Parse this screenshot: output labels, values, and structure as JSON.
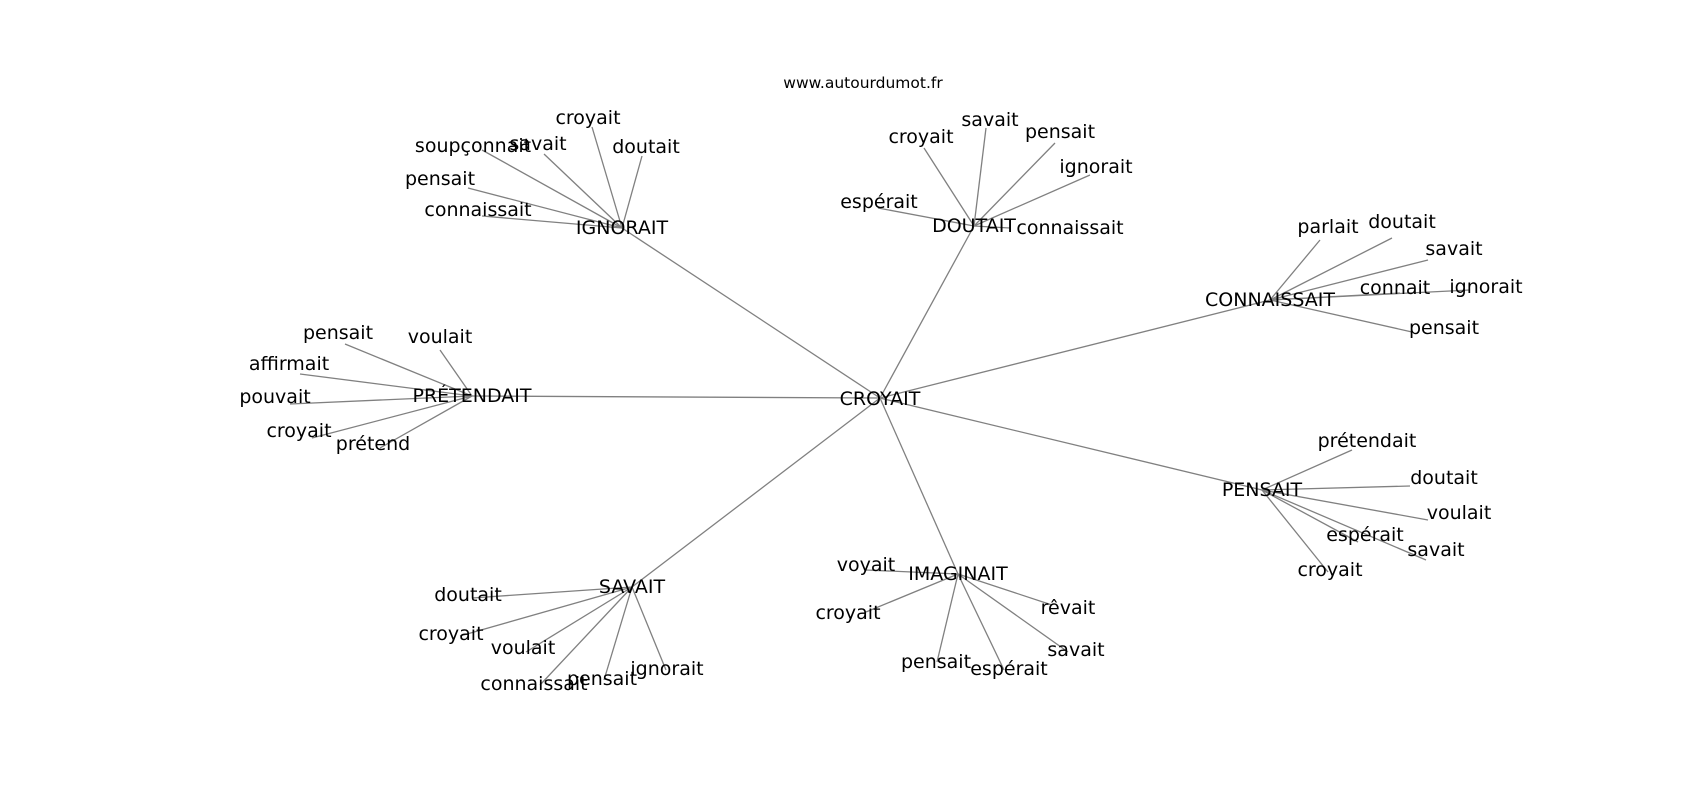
{
  "header": {
    "site": "www.autourdumot.fr"
  },
  "graph": {
    "center": "CROYAIT",
    "hubs": [
      {
        "id": "ignorait",
        "label": "IGNORAIT",
        "leaves": [
          "croyait",
          "savait",
          "doutait",
          "soupçonnait",
          "pensait",
          "connaissait"
        ]
      },
      {
        "id": "doutait",
        "label": "DOUTAIT",
        "leaves": [
          "croyait",
          "savait",
          "pensait",
          "ignorait",
          "espérait",
          "connaissait"
        ]
      },
      {
        "id": "connaissait",
        "label": "CONNAISSAIT",
        "leaves": [
          "parlait",
          "doutait",
          "savait",
          "connait",
          "ignorait",
          "pensait"
        ]
      },
      {
        "id": "pretendait",
        "label": "PRÉTENDAIT",
        "leaves": [
          "pensait",
          "voulait",
          "affirmait",
          "pouvait",
          "croyait",
          "prétend"
        ]
      },
      {
        "id": "pensait",
        "label": "PENSAIT",
        "leaves": [
          "prétendait",
          "doutait",
          "voulait",
          "espérait",
          "savait",
          "croyait"
        ]
      },
      {
        "id": "savait",
        "label": "SAVAIT",
        "leaves": [
          "doutait",
          "croyait",
          "voulait",
          "connaissait",
          "pensait",
          "ignorait"
        ]
      },
      {
        "id": "imaginait",
        "label": "IMAGINAIT",
        "leaves": [
          "voyait",
          "croyait",
          "rêvait",
          "savait",
          "pensait",
          "espérait"
        ]
      }
    ]
  }
}
